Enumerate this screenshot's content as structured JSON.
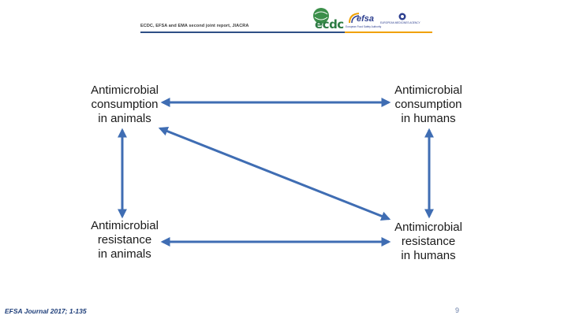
{
  "header": {
    "title": "ECDC, EFSA and EMA second joint report, JIACRA",
    "logos": {
      "ecdc": "ecdc",
      "efsa": "efsa",
      "efsa_sub": "European Food Safety Authority",
      "ema": "EUROPEAN MEDICINES AGENCY"
    }
  },
  "diagram": {
    "nodes": {
      "cons_animals": [
        "Antimicrobial",
        "consumption",
        "in animals"
      ],
      "cons_humans": [
        "Antimicrobial",
        "consumption",
        "in humans"
      ],
      "res_animals": [
        "Antimicrobial",
        "resistance",
        "in animals"
      ],
      "res_humans": [
        "Antimicrobial",
        "resistance",
        "in humans"
      ]
    },
    "arrow_color": "#3f6db3"
  },
  "footer": {
    "journal": "EFSA Journal 2017; 1-135",
    "page": "9"
  }
}
